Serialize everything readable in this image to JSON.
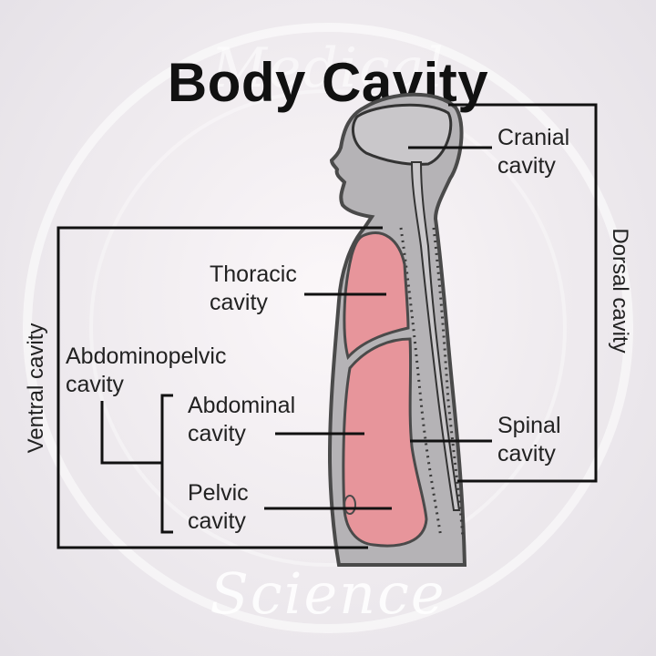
{
  "title": "Body Cavity",
  "watermark": {
    "top": "Medical",
    "bottom": "Science"
  },
  "labels": {
    "cranial": [
      "Cranial",
      "cavity"
    ],
    "thoracic": [
      "Thoracic",
      "cavity"
    ],
    "abdominopelvic": [
      "Abdominopelvic",
      "cavity"
    ],
    "abdominal": [
      "Abdominal",
      "cavity"
    ],
    "pelvic": [
      "Pelvic",
      "cavity"
    ],
    "spinal": [
      "Spinal",
      "cavity"
    ],
    "ventral": "Ventral cavity",
    "dorsal": "Dorsal cavity"
  },
  "colors": {
    "body_fill": "#b5b3b6",
    "body_outline": "#4a4a4a",
    "cavity_fill": "#e7959b",
    "spine_line": "#3a3a3a",
    "bracket_line": "#111111"
  }
}
